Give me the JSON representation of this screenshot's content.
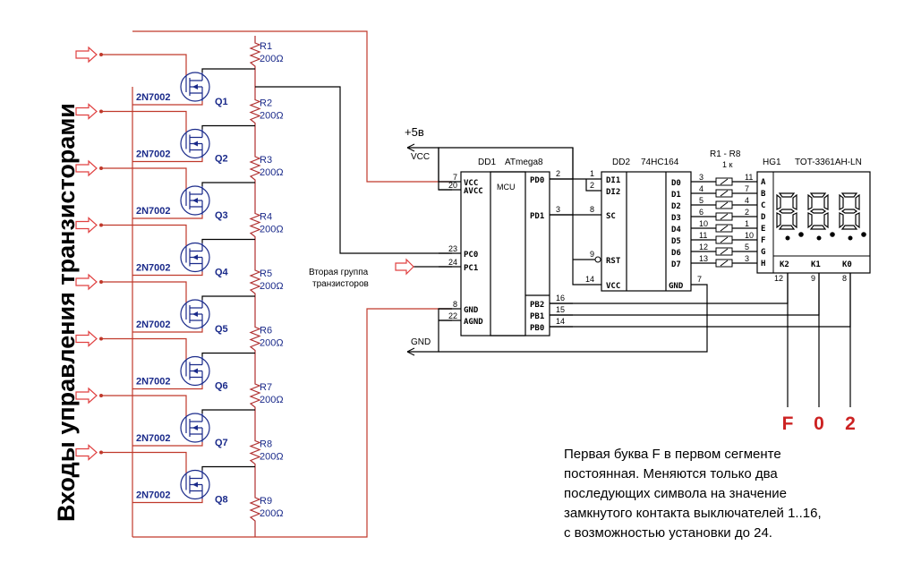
{
  "side_title": "Входы управления транзисторами",
  "transistors": [
    {
      "part": "2N7002",
      "ref": "Q1"
    },
    {
      "part": "2N7002",
      "ref": "Q2"
    },
    {
      "part": "2N7002",
      "ref": "Q3"
    },
    {
      "part": "2N7002",
      "ref": "Q4"
    },
    {
      "part": "2N7002",
      "ref": "Q5"
    },
    {
      "part": "2N7002",
      "ref": "Q6"
    },
    {
      "part": "2N7002",
      "ref": "Q7"
    },
    {
      "part": "2N7002",
      "ref": "Q8"
    }
  ],
  "resistors": [
    {
      "ref": "R1",
      "value": "200Ω"
    },
    {
      "ref": "R2",
      "value": "200Ω"
    },
    {
      "ref": "R3",
      "value": "200Ω"
    },
    {
      "ref": "R4",
      "value": "200Ω"
    },
    {
      "ref": "R5",
      "value": "200Ω"
    },
    {
      "ref": "R6",
      "value": "200Ω"
    },
    {
      "ref": "R7",
      "value": "200Ω"
    },
    {
      "ref": "R8",
      "value": "200Ω"
    },
    {
      "ref": "R9",
      "value": "200Ω"
    }
  ],
  "power": {
    "plus5": "+5в",
    "vcc": "VCC",
    "gnd": "GND"
  },
  "second_group": {
    "line1": "Вторая группа",
    "line2": "транзисторов"
  },
  "mcu": {
    "ref": "DD1",
    "name": "ATmega8",
    "core": "MCU",
    "left_pins": [
      {
        "num": "7",
        "name": "VCC"
      },
      {
        "num": "20",
        "name": "AVCC"
      },
      {
        "num": "23",
        "name": "PC0"
      },
      {
        "num": "24",
        "name": "PC1"
      },
      {
        "num": "8",
        "name": "GND"
      },
      {
        "num": "22",
        "name": "AGND"
      }
    ],
    "right_pins": [
      {
        "num": "2",
        "name": "PD0"
      },
      {
        "num": "3",
        "name": "PD1"
      },
      {
        "num": "16",
        "name": "PB2"
      },
      {
        "num": "15",
        "name": "PB1"
      },
      {
        "num": "14",
        "name": "PB0"
      }
    ]
  },
  "shift_register": {
    "ref": "DD2",
    "name": "74HC164",
    "left_pins": [
      {
        "num": "1",
        "name": "DI1"
      },
      {
        "num": "2",
        "name": "DI2"
      },
      {
        "num": "8",
        "name": "SC"
      },
      {
        "num": "9",
        "name": "RST"
      },
      {
        "num": "14",
        "name": "VCC"
      }
    ],
    "right_pins": [
      "D0",
      "D1",
      "D2",
      "D3",
      "D4",
      "D5",
      "D6",
      "D7"
    ],
    "gnd": {
      "num": "7",
      "name": "GND"
    }
  },
  "resistor_array": {
    "ref": "R1 - R8",
    "value": "1 к",
    "pins": [
      "3",
      "4",
      "5",
      "6",
      "10",
      "11",
      "12",
      "13"
    ]
  },
  "display": {
    "ref": "HG1",
    "part": "TOT-3361AH-LN",
    "segments": [
      "A",
      "B",
      "C",
      "D",
      "E",
      "F",
      "G",
      "H"
    ],
    "segment_pins": [
      "11",
      "7",
      "4",
      "2",
      "1",
      "10",
      "5",
      "3"
    ],
    "digit_glyphs": [
      "8.",
      "8.",
      "8."
    ],
    "commons": [
      {
        "name": "K2",
        "pin": "12"
      },
      {
        "name": "K1",
        "pin": "9"
      },
      {
        "name": "K0",
        "pin": "8"
      }
    ]
  },
  "shown_chars": [
    "F",
    "0",
    "2"
  ],
  "note": [
    "Первая буква F в первом сегменте",
    "постоянная. Меняются только два",
    "последующих символа на значение",
    "замкнутого контакта выключателей 1..16,",
    "с возможностью установки до 24."
  ],
  "colors": {
    "wire": "#000000",
    "red_wire": "#c0392b",
    "resistor": "#b03030",
    "component": "#1a2a8a",
    "arrow": "#e04040",
    "label_red": "#cc2222"
  }
}
